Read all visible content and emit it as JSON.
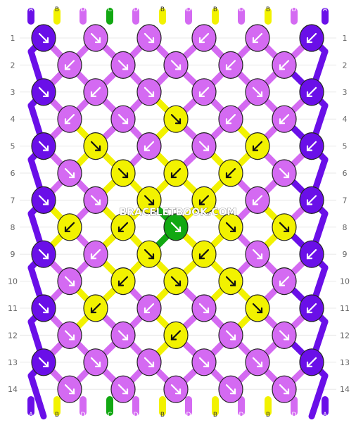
{
  "strand_labels": [
    "A",
    "B",
    "D",
    "C",
    "D",
    "B",
    "D",
    "B",
    "D",
    "B",
    "D",
    "A"
  ],
  "colors": {
    "A": "#6a0fe8",
    "B": "#f2f200",
    "C": "#12a812",
    "D": "#d46af2"
  },
  "row_labels": [
    "1",
    "2",
    "3",
    "4",
    "5",
    "6",
    "7",
    "8",
    "9",
    "10",
    "11",
    "12",
    "13",
    "14"
  ],
  "watermark": "BRACELETBOOK.COM",
  "knots": [
    [
      {
        "c": "A",
        "d": "br"
      },
      {
        "c": "D",
        "d": "br"
      },
      {
        "c": "D",
        "d": "br"
      },
      {
        "c": "D",
        "d": "bl"
      },
      {
        "c": "D",
        "d": "bl"
      },
      {
        "c": "A",
        "d": "bl"
      }
    ],
    [
      {
        "c": "D",
        "d": "bl"
      },
      {
        "c": "D",
        "d": "br"
      },
      {
        "c": "D",
        "d": "br"
      },
      {
        "c": "D",
        "d": "bl"
      },
      {
        "c": "D",
        "d": "bl"
      }
    ],
    [
      {
        "c": "A",
        "d": "br"
      },
      {
        "c": "D",
        "d": "bl"
      },
      {
        "c": "D",
        "d": "br"
      },
      {
        "c": "D",
        "d": "bl"
      },
      {
        "c": "D",
        "d": "br"
      },
      {
        "c": "A",
        "d": "bl"
      }
    ],
    [
      {
        "c": "D",
        "d": "bl"
      },
      {
        "c": "D",
        "d": "br"
      },
      {
        "c": "B",
        "d": "br"
      },
      {
        "c": "D",
        "d": "bl"
      },
      {
        "c": "D",
        "d": "bl"
      }
    ],
    [
      {
        "c": "A",
        "d": "br"
      },
      {
        "c": "B",
        "d": "br"
      },
      {
        "c": "D",
        "d": "bl"
      },
      {
        "c": "D",
        "d": "br"
      },
      {
        "c": "B",
        "d": "bl"
      },
      {
        "c": "A",
        "d": "bl"
      }
    ],
    [
      {
        "c": "D",
        "d": "br"
      },
      {
        "c": "B",
        "d": "br"
      },
      {
        "c": "B",
        "d": "bl"
      },
      {
        "c": "B",
        "d": "bl"
      },
      {
        "c": "D",
        "d": "br"
      }
    ],
    [
      {
        "c": "A",
        "d": "br"
      },
      {
        "c": "D",
        "d": "br"
      },
      {
        "c": "B",
        "d": "br"
      },
      {
        "c": "B",
        "d": "bl"
      },
      {
        "c": "D",
        "d": "bl"
      },
      {
        "c": "A",
        "d": "bl"
      }
    ],
    [
      {
        "c": "B",
        "d": "bl"
      },
      {
        "c": "B",
        "d": "bl"
      },
      {
        "c": "C",
        "d": "br"
      },
      {
        "c": "B",
        "d": "br"
      },
      {
        "c": "B",
        "d": "br"
      }
    ],
    [
      {
        "c": "A",
        "d": "br"
      },
      {
        "c": "D",
        "d": "bl"
      },
      {
        "c": "B",
        "d": "br"
      },
      {
        "c": "B",
        "d": "bl"
      },
      {
        "c": "D",
        "d": "br"
      },
      {
        "c": "A",
        "d": "bl"
      }
    ],
    [
      {
        "c": "D",
        "d": "br"
      },
      {
        "c": "B",
        "d": "bl"
      },
      {
        "c": "B",
        "d": "br"
      },
      {
        "c": "B",
        "d": "br"
      },
      {
        "c": "D",
        "d": "bl"
      }
    ],
    [
      {
        "c": "A",
        "d": "br"
      },
      {
        "c": "B",
        "d": "bl"
      },
      {
        "c": "D",
        "d": "bl"
      },
      {
        "c": "D",
        "d": "br"
      },
      {
        "c": "B",
        "d": "br"
      },
      {
        "c": "A",
        "d": "bl"
      }
    ],
    [
      {
        "c": "D",
        "d": "br"
      },
      {
        "c": "D",
        "d": "br"
      },
      {
        "c": "B",
        "d": "bl"
      },
      {
        "c": "D",
        "d": "br"
      },
      {
        "c": "D",
        "d": "br"
      }
    ],
    [
      {
        "c": "A",
        "d": "br"
      },
      {
        "c": "D",
        "d": "br"
      },
      {
        "c": "D",
        "d": "br"
      },
      {
        "c": "D",
        "d": "br"
      },
      {
        "c": "D",
        "d": "br"
      },
      {
        "c": "A",
        "d": "bl"
      }
    ],
    [
      {
        "c": "D",
        "d": "br"
      },
      {
        "c": "D",
        "d": "br"
      },
      {
        "c": "D",
        "d": "br"
      },
      {
        "c": "D",
        "d": "br"
      },
      {
        "c": "D",
        "d": "br"
      }
    ]
  ],
  "strand_paths": [
    {
      "c": "A"
    },
    {
      "c": "B"
    },
    {
      "c": "D"
    },
    {
      "c": "C"
    },
    {
      "c": "D"
    },
    {
      "c": "B"
    },
    {
      "c": "D"
    },
    {
      "c": "B"
    },
    {
      "c": "D"
    },
    {
      "c": "B"
    },
    {
      "c": "D"
    },
    {
      "c": "A"
    }
  ]
}
